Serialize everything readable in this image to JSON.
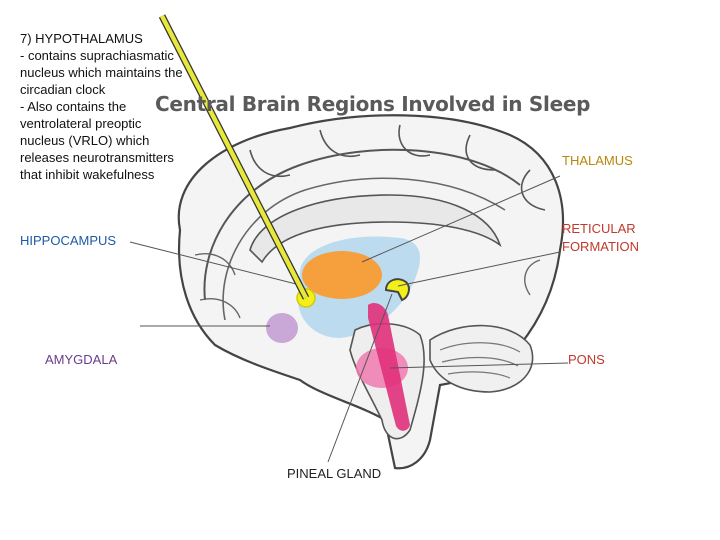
{
  "heading": {
    "title": "7) HYPOTHALAMUS",
    "bullet1_lines": [
      "- contains suprachiasmatic",
      "nucleus which maintains the",
      "circadian clock"
    ],
    "bullet2_lines": [
      "- Also contains the",
      "ventrolateral preoptic",
      "nucleus (VRLO) which",
      "releases neurotransmitters",
      "that inhibit wakefulness"
    ]
  },
  "diagram": {
    "title": "Central Brain Regions Involved in Sleep",
    "labels": {
      "thalamus": "THALAMUS",
      "reticular_formation_line1": "RETICULAR",
      "reticular_formation_line2": "FORMATION",
      "hippocampus": "HIPPOCAMPUS",
      "amygdala": "AMYGDALA",
      "pons": "PONS",
      "pineal_gland": "PINEAL GLAND"
    }
  },
  "colors": {
    "thalamus": "#f5a03c",
    "reticular": "#e0307a",
    "pons": "#f07ab0",
    "hypothalamus_highlight": "#f3ef1a",
    "arrow": "#e8e83a",
    "blue_region": "#b6d8ee",
    "amygdala": "#c9a8d8"
  }
}
